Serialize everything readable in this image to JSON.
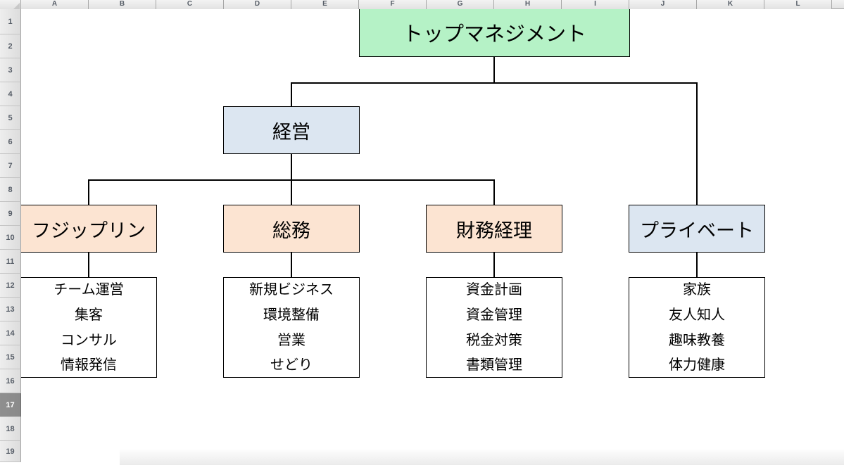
{
  "app": {
    "type": "spreadsheet",
    "selected_row": "17"
  },
  "grid": {
    "columns": [
      "A",
      "B",
      "C",
      "D",
      "E",
      "F",
      "G",
      "H",
      "I",
      "J",
      "K",
      "L"
    ],
    "rows": [
      "1",
      "2",
      "3",
      "4",
      "5",
      "6",
      "7",
      "8",
      "9",
      "10",
      "11",
      "12",
      "13",
      "14",
      "15",
      "16",
      "17",
      "18",
      "19"
    ]
  },
  "colors": {
    "top_node_fill": "#b5f2c6",
    "blue_node_fill": "#dce6f1",
    "orange_node_fill": "#fce4d2",
    "list_fill": "#ffffff",
    "line": "#000000",
    "header_text": "#555c66",
    "selected_row_bg": "#8a8a8a"
  },
  "chart": {
    "top": {
      "label": "トップマネジメント",
      "fill": "#b5f2c6"
    },
    "level2": {
      "label": "経営",
      "fill": "#dce6f1"
    },
    "level3": [
      {
        "label": "フジップリン",
        "fill": "#fce4d2"
      },
      {
        "label": "総務",
        "fill": "#fce4d2"
      },
      {
        "label": "財務経理",
        "fill": "#fce4d2"
      },
      {
        "label": "プライベート",
        "fill": "#dce6f1"
      }
    ],
    "lists": [
      {
        "items": [
          "チーム運営",
          "集客",
          "コンサル",
          "情報発信"
        ]
      },
      {
        "items": [
          "新規ビジネス",
          "環境整備",
          "営業",
          "せどり"
        ]
      },
      {
        "items": [
          "資金計画",
          "資金管理",
          "税金対策",
          "書類管理"
        ]
      },
      {
        "items": [
          "家族",
          "友人知人",
          "趣味教養",
          "体力健康"
        ]
      }
    ]
  }
}
